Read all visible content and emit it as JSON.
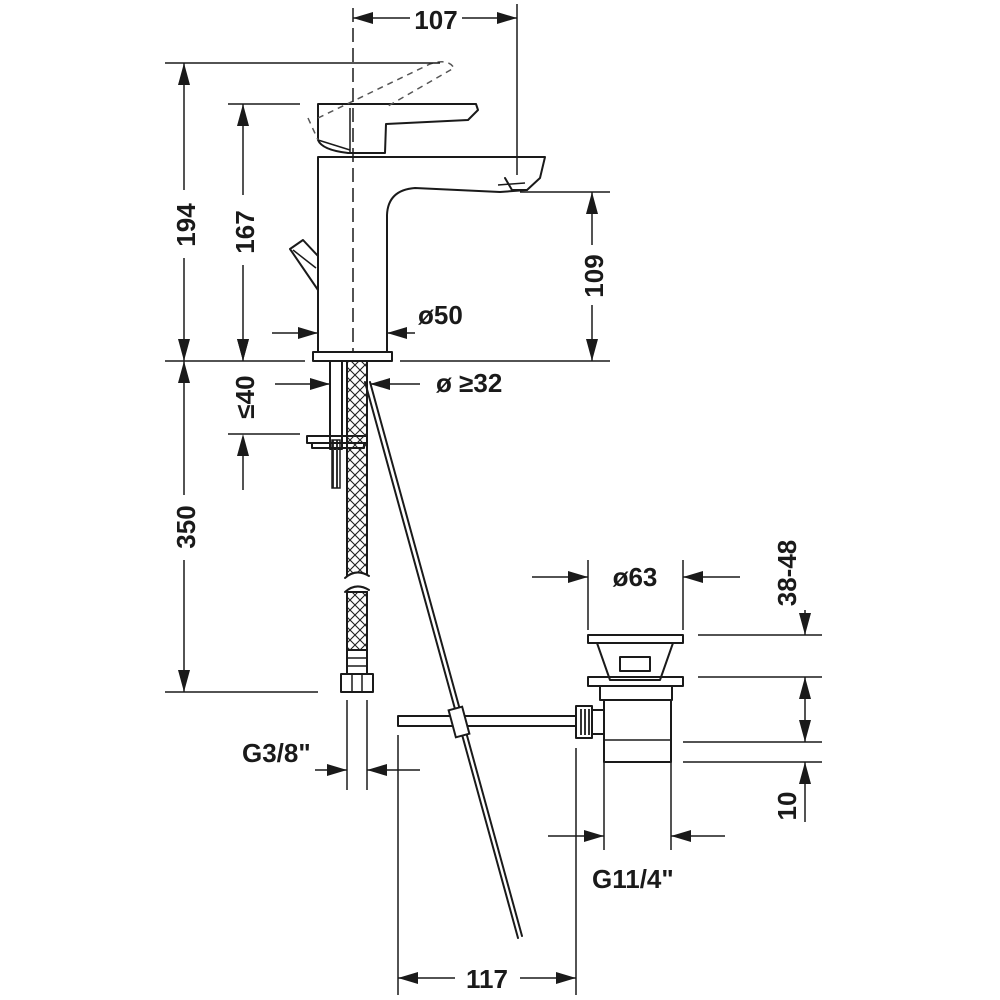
{
  "dimensions": {
    "top_width": "107",
    "total_height": "194",
    "lever_height": "167",
    "spout_height": "109",
    "body_diameter": "ø50",
    "hole_diameter": "ø ≥32",
    "deck_thickness": "≤40",
    "hose_length": "350",
    "hose_thread": "G3/8\"",
    "waste_diameter": "ø63",
    "waste_range": "38-48",
    "waste_offset": "10",
    "waste_thread": "G11/4\"",
    "rod_length": "117"
  }
}
